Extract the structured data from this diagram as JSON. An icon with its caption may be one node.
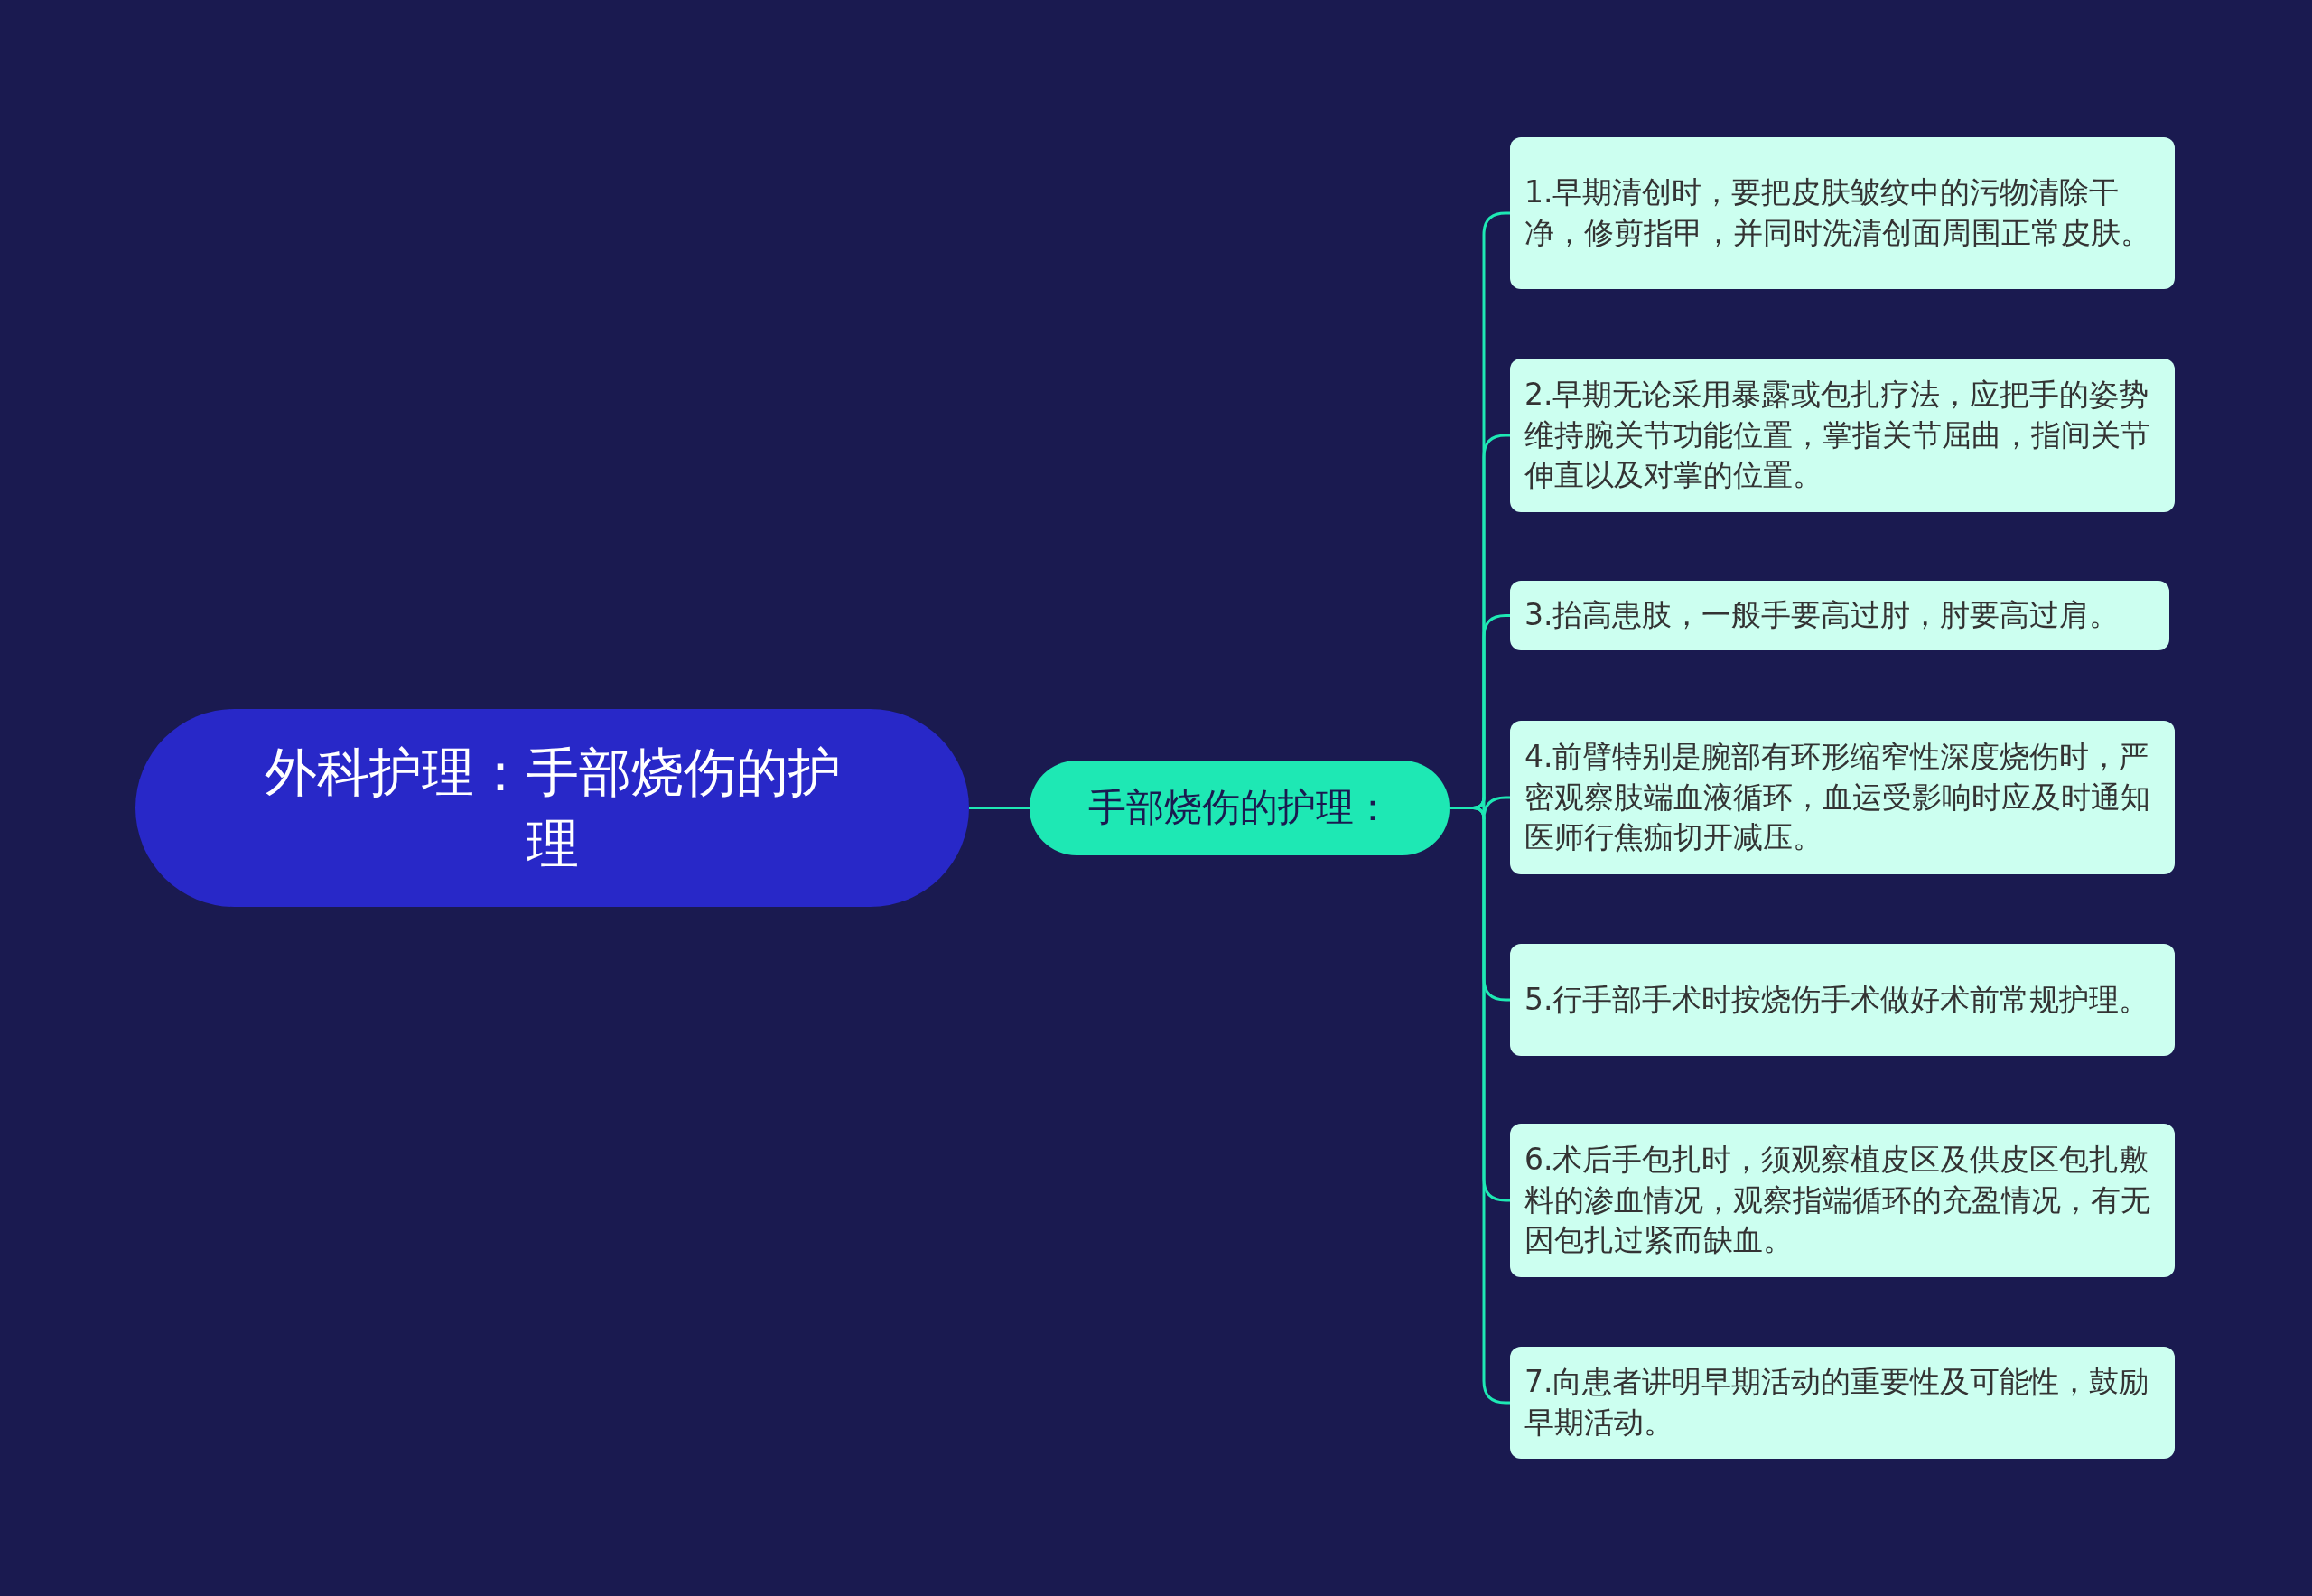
{
  "diagram": {
    "nodes": [
      {
        "text": [
          "外科护理：手部烧伤的护理"
        ]
      },
      {
        "text": [
          "手部烧伤的护理："
        ]
      },
      {
        "text": [
          "1.早期清创时，要把皮肤皱纹中的污物清除干净，修剪指甲，并同时洗清创面周围正常皮肤。"
        ]
      },
      {
        "text": [
          "2.早期无论采用暴露或包扎疗法，应把手的姿势维持腕关节功能位置，掌指关节屈曲，指间关节伸直以及对掌的位置。"
        ]
      },
      {
        "text": [
          "3.抬高患肢，一般手要高过肘，肘要高过肩。"
        ]
      },
      {
        "text": [
          "4.前臂特别是腕部有环形缩窄性深度烧伤时，严密观察肢端血液循环，血运受影响时应及时通知医师行焦痂切开减压。"
        ]
      },
      {
        "text": [
          "5.行手部手术时按烧伤手术做好术前常规护理。"
        ]
      },
      {
        "text": [
          "6.术后手包扎时，须观察植皮区及供皮区包扎敷料的渗血情况，观察指端循环的充盈情况，有无因包扎过紧而缺血。"
        ]
      },
      {
        "text": [
          "7.向患者讲明早期活动的重要性及可能性，鼓励早期活动。"
        ]
      }
    ],
    "edges": [
      {
        "from": 0,
        "to": 1,
        "arrow": "none"
      },
      {
        "from": 1,
        "to": 2,
        "arrow": "none"
      },
      {
        "from": 1,
        "to": 3,
        "arrow": "none"
      },
      {
        "from": 1,
        "to": 4,
        "arrow": "none"
      },
      {
        "from": 1,
        "to": 5,
        "arrow": "none"
      },
      {
        "from": 1,
        "to": 6,
        "arrow": "none"
      },
      {
        "from": 1,
        "to": 7,
        "arrow": "none"
      },
      {
        "from": 1,
        "to": 8,
        "arrow": "none"
      }
    ]
  }
}
